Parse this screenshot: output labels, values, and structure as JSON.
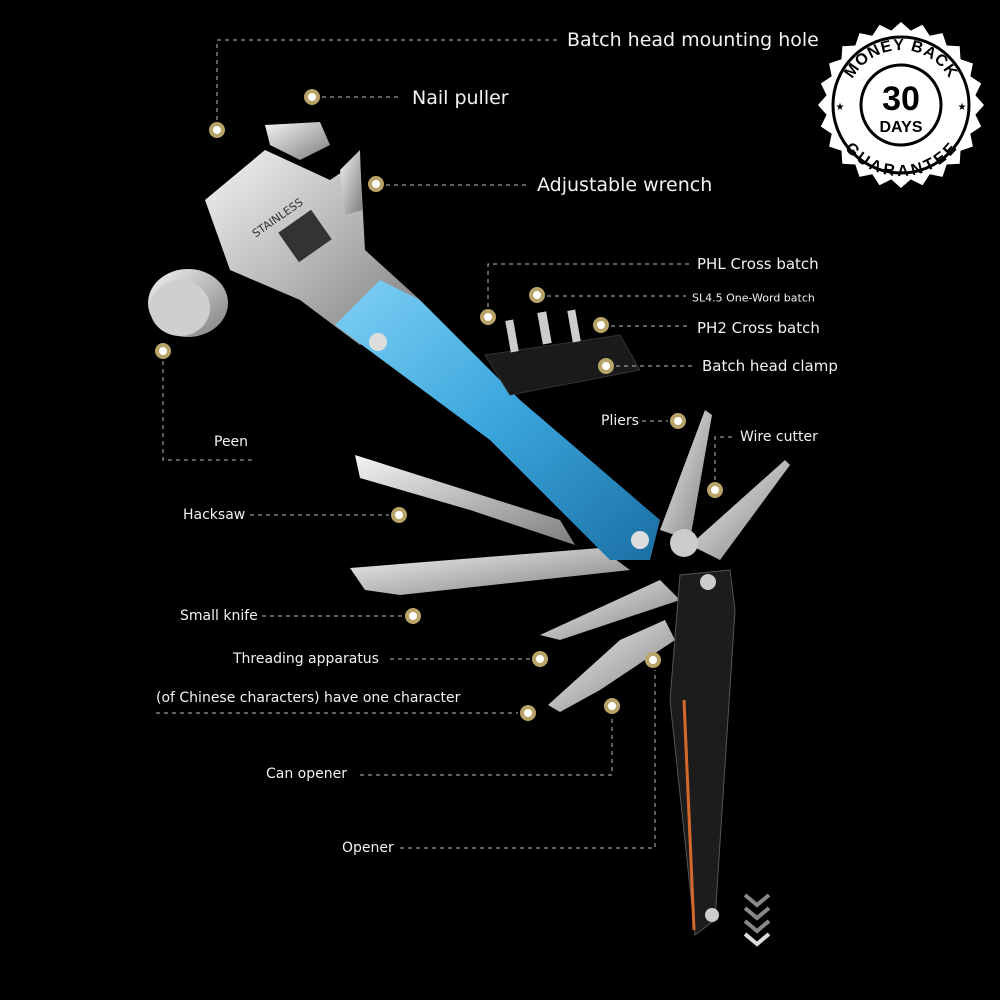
{
  "colors": {
    "background": "#000000",
    "dot_ring": "#b8a369",
    "handle_blue": "#3aa6dc",
    "leader": "#bbbbbb"
  },
  "labels": {
    "batch_head_mounting_hole": "Batch head mounting hole",
    "nail_puller": "Nail puller",
    "adjustable_wrench": "Adjustable wrench",
    "phl_cross_batch": "PHL Cross batch",
    "sl45_one_word_batch": "SL4.5 One-Word batch",
    "ph2_cross_batch": "PH2 Cross batch",
    "batch_head_clamp": "Batch head clamp",
    "pliers": "Pliers",
    "wire_cutter": "Wire cutter",
    "peen": "Peen",
    "hacksaw": "Hacksaw",
    "small_knife": "Small knife",
    "threading_apparatus": "Threading apparatus",
    "one_character": "(of Chinese characters) have one character",
    "can_opener": "Can opener",
    "opener": "Opener"
  },
  "badge": {
    "top_text": "MONEY BACK",
    "number": "30",
    "unit": "DAYS",
    "bottom_text": "GUARANTEE"
  },
  "tool_engraving": "STAINLESS"
}
